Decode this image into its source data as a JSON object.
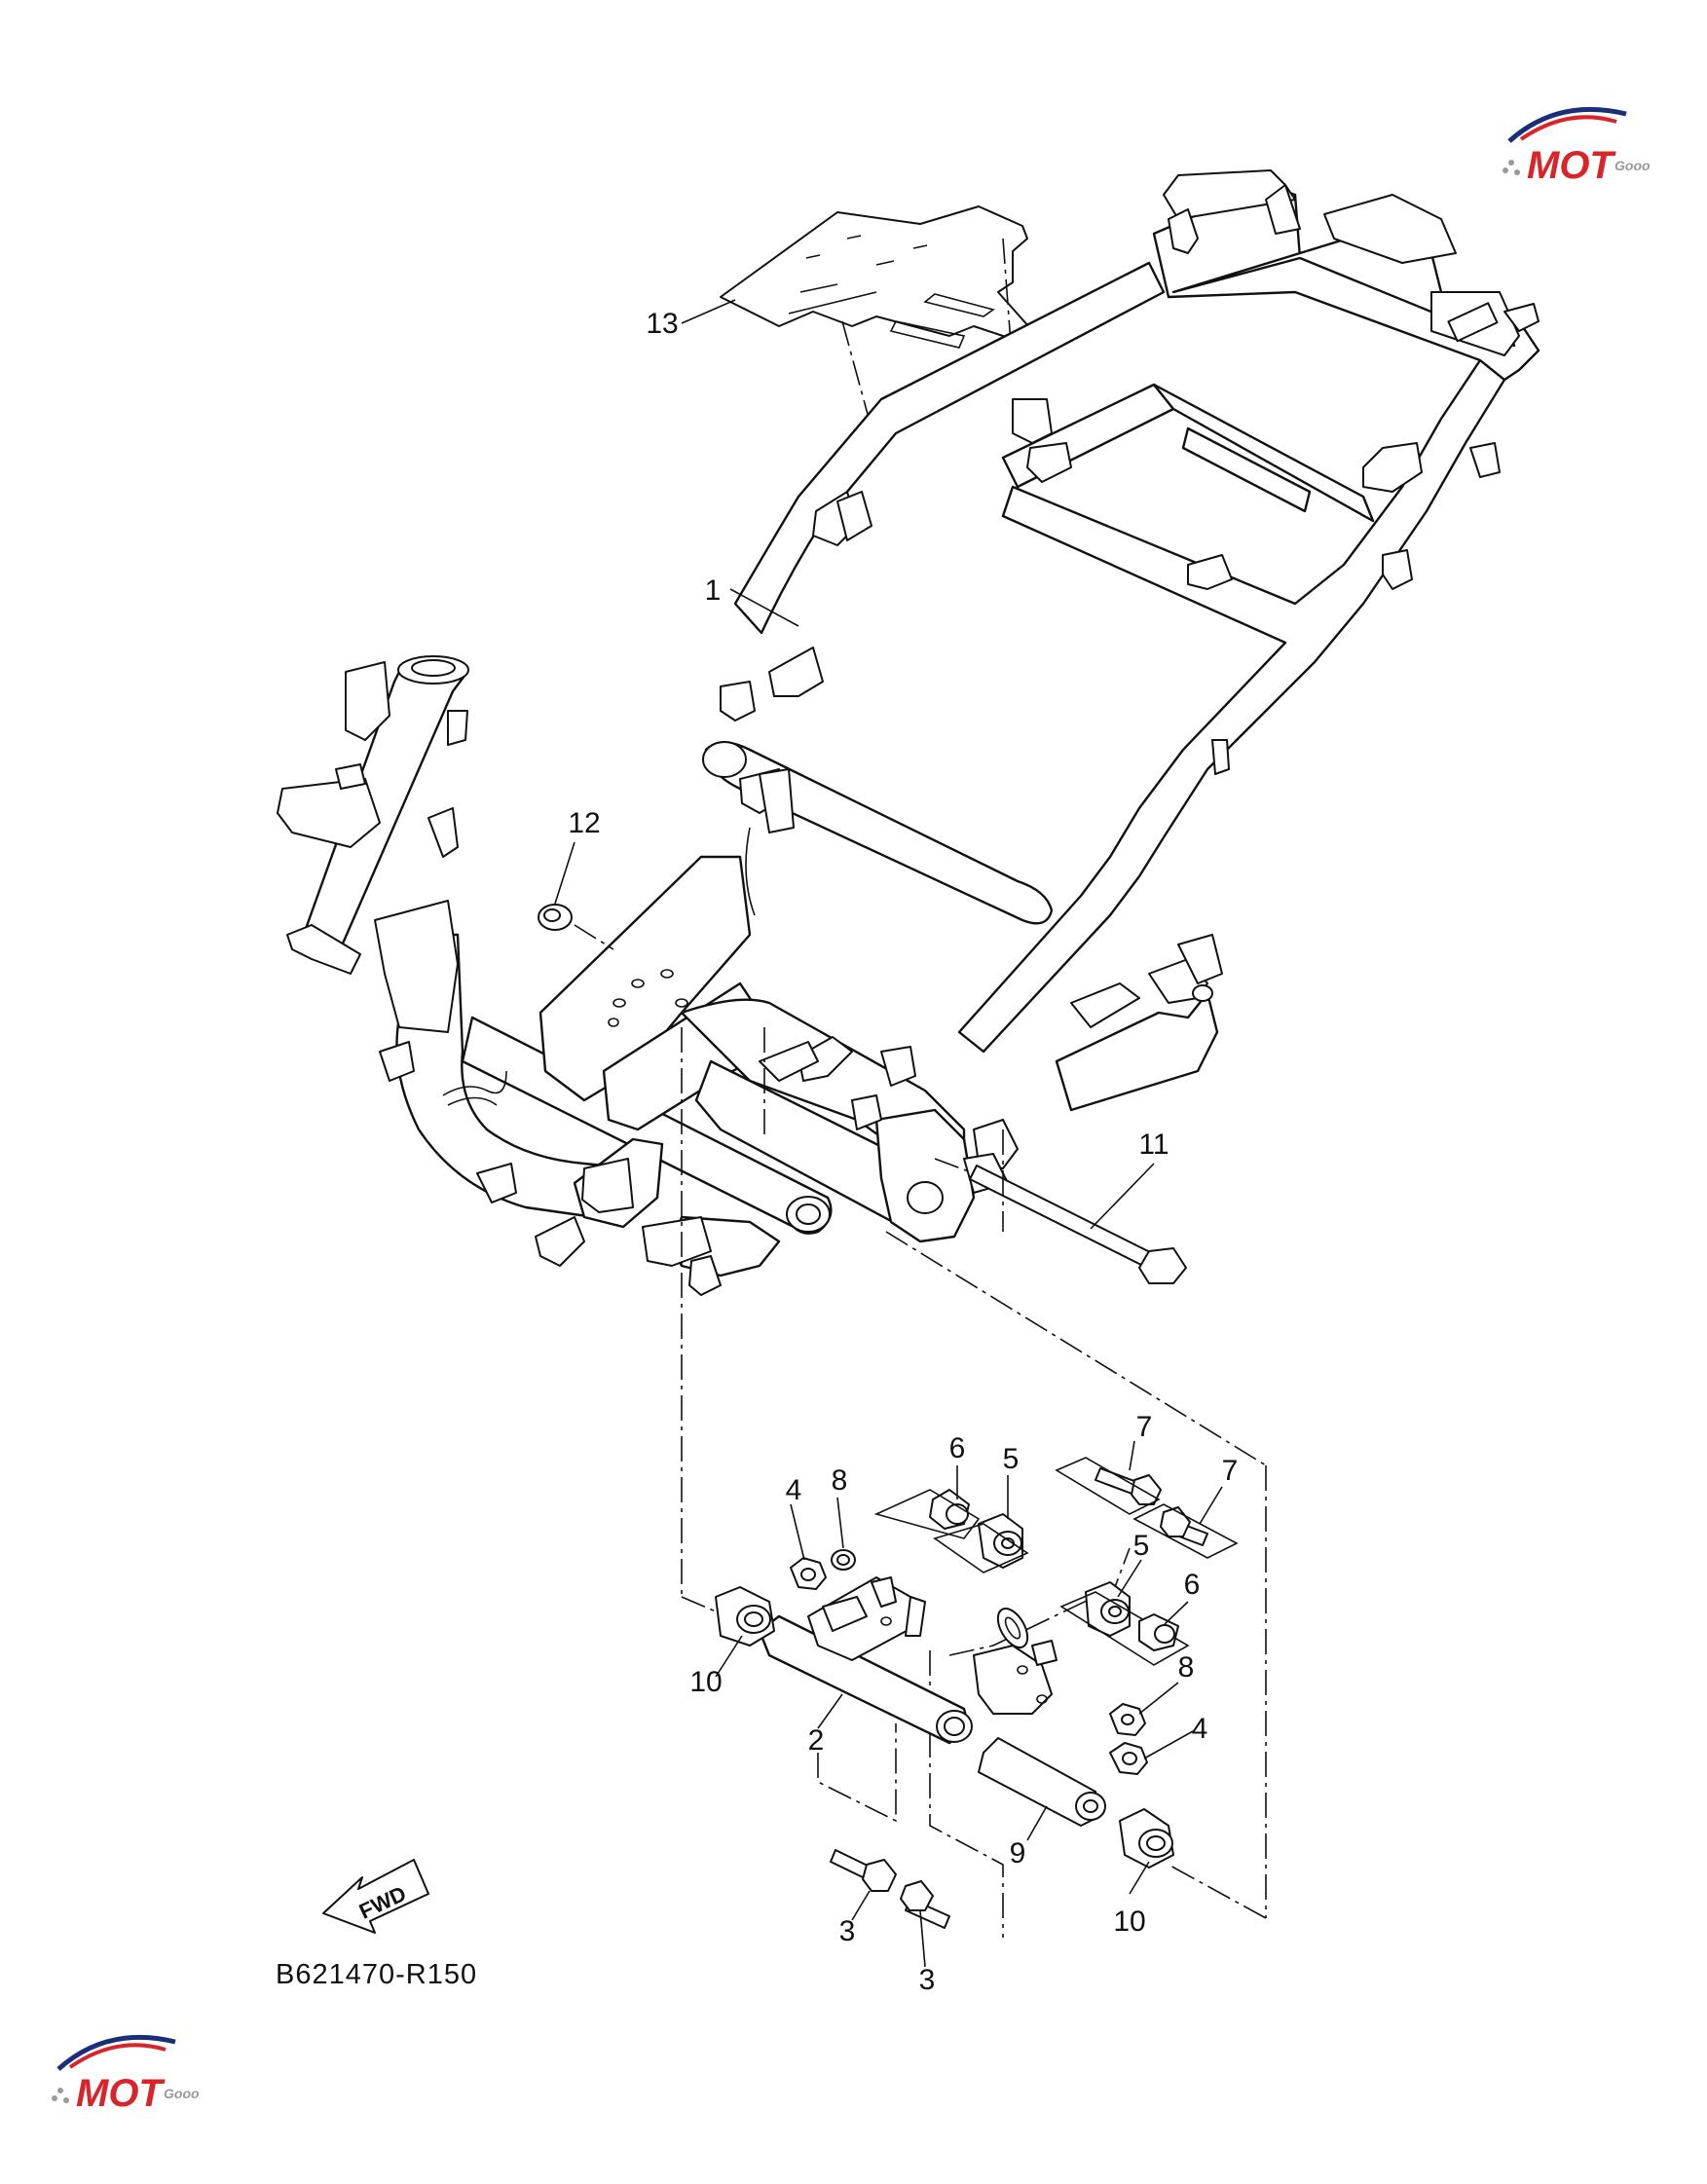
{
  "diagram_code": "B621470-R150",
  "fwd_label": "FWD",
  "watermark": {
    "text_main": "MOT",
    "text_sub": "Gooo",
    "accent_color": "#d9252a",
    "secondary_color": "#1a2f7a"
  },
  "callouts": [
    "1",
    "2",
    "3",
    "3",
    "4",
    "4",
    "5",
    "5",
    "6",
    "6",
    "7",
    "7",
    "8",
    "8",
    "9",
    "10",
    "10",
    "11",
    "12",
    "13"
  ],
  "colors": {
    "line": "#111111",
    "background": "#ffffff"
  }
}
